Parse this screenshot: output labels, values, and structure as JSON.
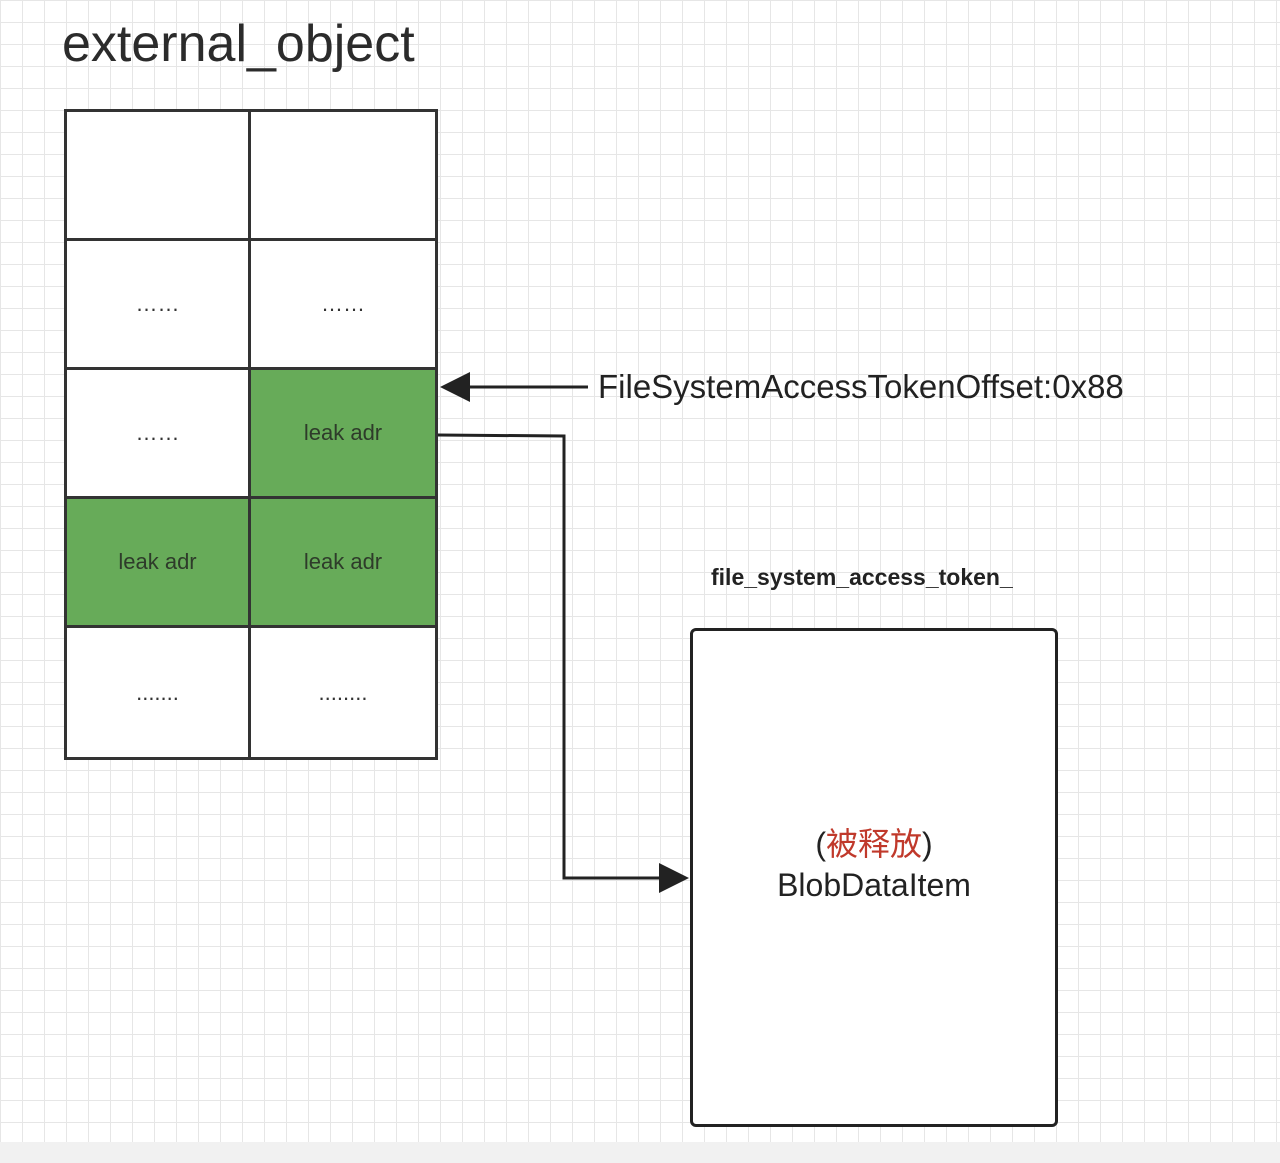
{
  "title": "external_object",
  "table": {
    "rows": [
      [
        {
          "text": "",
          "highlight": false
        },
        {
          "text": "",
          "highlight": false
        }
      ],
      [
        {
          "text": "……",
          "highlight": false
        },
        {
          "text": "……",
          "highlight": false
        }
      ],
      [
        {
          "text": "……",
          "highlight": false
        },
        {
          "text": "leak adr",
          "highlight": true
        }
      ],
      [
        {
          "text": "leak adr",
          "highlight": true
        },
        {
          "text": "leak adr",
          "highlight": true
        }
      ],
      [
        {
          "text": ".......",
          "highlight": false
        },
        {
          "text": "........",
          "highlight": false
        }
      ]
    ]
  },
  "offset_label": "FileSystemAccessTokenOffset:0x88",
  "token_label": "file_system_access_token_",
  "blob": {
    "paren_open": "(",
    "freed": "被释放",
    "paren_close": ")",
    "name": "BlobDataItem"
  },
  "colors": {
    "highlight": "#67ab59",
    "freed_text": "#c0392b",
    "grid": "#e6e6e6"
  }
}
